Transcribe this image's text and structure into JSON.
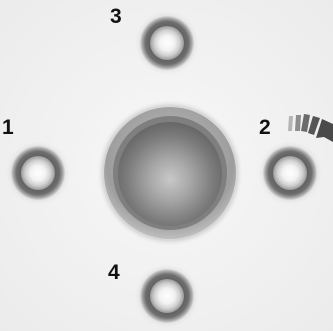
{
  "labels": {
    "one": "1",
    "two": "2",
    "three": "3",
    "four": "4"
  },
  "colors": {
    "background": "#f0f0f0",
    "ring_dark": "#5a5a5a",
    "ring_mid": "#9a9a9a",
    "ring_light": "#d8d8d8",
    "center_light": "#ffffff",
    "arrow": "#4a4a4a",
    "label": "#111111"
  },
  "icons": {
    "rotation_indicator": "curved-arrow-icon"
  }
}
